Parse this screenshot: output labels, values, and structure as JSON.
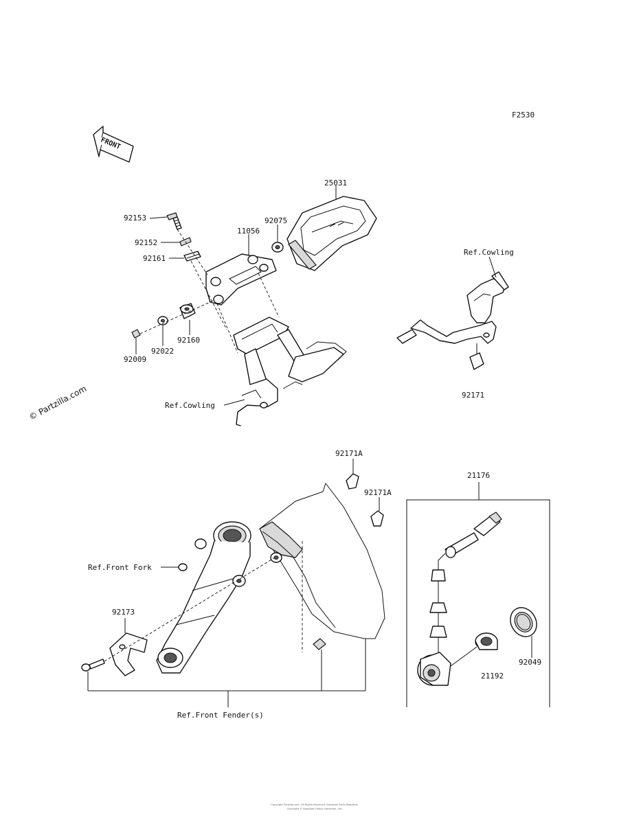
{
  "figure_code": "F2530",
  "front_arrow_label": "FRONT",
  "watermark": "© Partzilla.com",
  "labels": {
    "p25031": "25031",
    "p92153": "92153",
    "p92075": "92075",
    "p11056": "11056",
    "p92152": "92152",
    "p92161": "92161",
    "p92160": "92160",
    "p92022": "92022",
    "p92009": "92009",
    "ref_cowling_top": "Ref.Cowling",
    "ref_cowling_bottom": "Ref.Cowling",
    "p92171": "92171",
    "p92171a_1": "92171A",
    "p92171a_2": "92171A",
    "p21176": "21176",
    "ref_front_fork": "Ref.Front Fork",
    "p92173": "92173",
    "p21192": "21192",
    "p92049": "92049",
    "ref_front_fender": "Ref.Front Fender(s)"
  },
  "copyright_lines": [
    "Copyright Partzilla.com. All Rights Reserved. Kawasaki Parts Diagrams.",
    "Copyright © Kawasaki Heavy Industries, Ltd."
  ]
}
